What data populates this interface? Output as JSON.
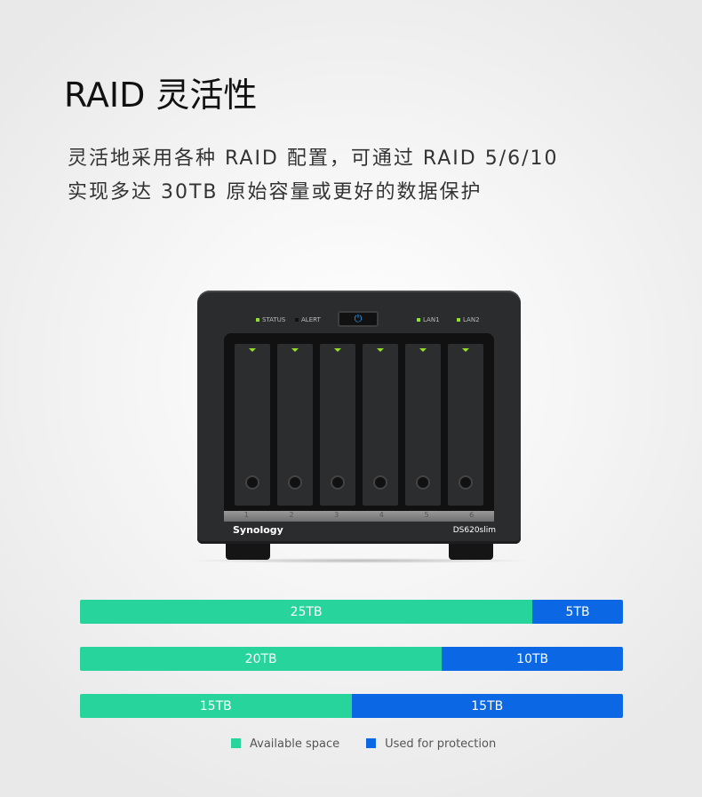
{
  "heading": "RAID 灵活性",
  "description_line1": "灵活地采用各种 RAID 配置，可通过 RAID 5/6/10",
  "description_line2": "实现多达 30TB 原始容量或更好的数据保护",
  "device": {
    "brand": "Synology",
    "model": "DS620slim",
    "leds": [
      "STATUS",
      "ALERT",
      "LAN1",
      "LAN2"
    ],
    "bays": [
      "1",
      "2",
      "3",
      "4",
      "5",
      "6"
    ]
  },
  "colors": {
    "available": "#26d49c",
    "protection": "#0b67e3"
  },
  "chart_data": {
    "type": "bar",
    "stacked": true,
    "orientation": "horizontal",
    "series": [
      {
        "name": "Available space",
        "values": [
          25,
          20,
          15
        ],
        "labels": [
          "25TB",
          "20TB",
          "15TB"
        ]
      },
      {
        "name": "Used for protection",
        "values": [
          5,
          10,
          15
        ],
        "labels": [
          "5TB",
          "10TB",
          "15TB"
        ]
      }
    ],
    "unit": "TB",
    "legend": "bottom-center"
  },
  "legend": {
    "available": "Available space",
    "protection": "Used for protection"
  }
}
